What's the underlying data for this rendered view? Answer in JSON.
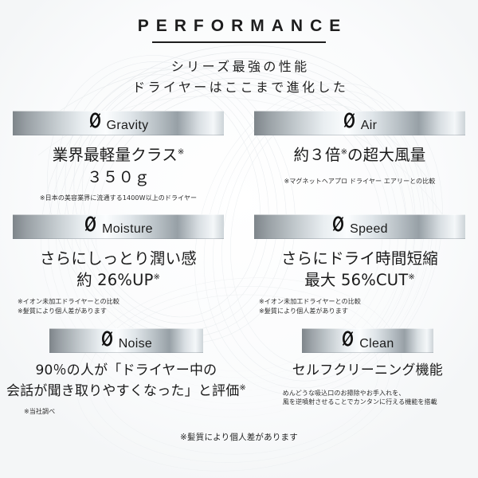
{
  "header": {
    "title": "PERFORMANCE",
    "subtitle_line1": "シリーズ最強の性能",
    "subtitle_line2": "ドライヤーはここまで進化した"
  },
  "zero_glyph": "0",
  "features": [
    {
      "name": "Gravity",
      "headline_line1": "業界最軽量クラス",
      "headline_sup1": "※",
      "headline_line2": "３５０ｇ",
      "notes": [
        "※日本の美容業界に流通する1400W以上のドライヤー"
      ]
    },
    {
      "name": "Air",
      "headline_line1": "約３倍",
      "headline_sup1": "※",
      "headline_line1b": "の超大風量",
      "notes": [
        "※マグネットヘアプロ ドライヤー エアリーとの比較"
      ]
    },
    {
      "name": "Moisture",
      "headline_line1": "さらにしっとり潤い感",
      "headline_line2": "約 26%UP",
      "headline_sup2": "※",
      "notes": [
        "※イオン未加工ドライヤーとの比較",
        "※髪質により個人差があります"
      ]
    },
    {
      "name": "Speed",
      "headline_line1": "さらにドライ時間短縮",
      "headline_line2": "最大 56%CUT",
      "headline_sup2": "※",
      "notes": [
        "※イオン未加工ドライヤーとの比較",
        "※髪質により個人差があります"
      ]
    },
    {
      "name": "Noise",
      "headline_line1": "90％の人が「ドライヤー中の",
      "headline_line2": "会話が聞き取りやすくなった」と評価",
      "headline_sup2": "※",
      "notes": [
        "※当社調べ"
      ]
    },
    {
      "name": "Clean",
      "headline_line1": "セルフクリーニング機能",
      "notes": [
        "めんどうな吸込口のお掃除やお手入れを、",
        "風を逆噴射させることでカンタンに行える機能を搭載"
      ]
    }
  ],
  "footer": {
    "note": "※髪質により個人差があります"
  },
  "colors": {
    "text": "#1a1a1a",
    "background": "#fdfdfd",
    "bar_dark": "#7e858a",
    "bar_light": "#fbfdfe"
  }
}
